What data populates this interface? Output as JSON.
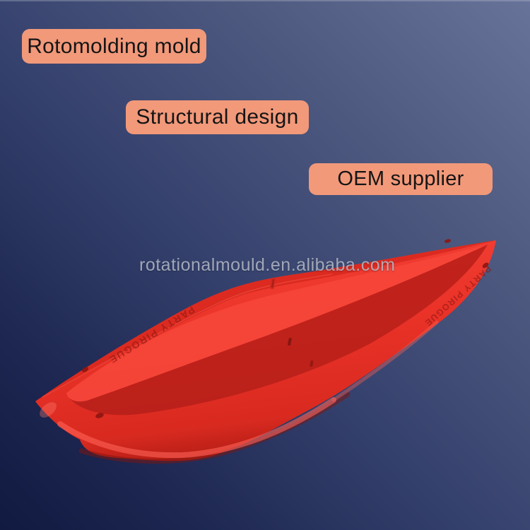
{
  "meta": {
    "title": "Rotomolding boat product banner"
  },
  "background": {
    "top_right": "#68739a",
    "bottom_left": "#111a40"
  },
  "badges": [
    {
      "label": "Rotomolding mold"
    },
    {
      "label": "Structural design"
    },
    {
      "label": "OEM supplier"
    }
  ],
  "badge_style": {
    "bg": "#F2997A",
    "text": "#151515"
  },
  "watermark": {
    "text": "rotationalmould.en.alibaba.com",
    "color": "#bac0cb"
  },
  "boat": {
    "name": "red rotomolded plastic pirogue boat",
    "embossed_left": "PARTY PIROGUE",
    "embossed_right": "PARTY PIROGUE",
    "colors": {
      "base": "#ea3228",
      "bright": "#f7463a",
      "rim": "#d9291f",
      "cavity_dark": "#bc211a",
      "hole": "#8e150f",
      "bottom_highlight": "#ff6256",
      "bottom_shadow": "#80130d"
    }
  }
}
